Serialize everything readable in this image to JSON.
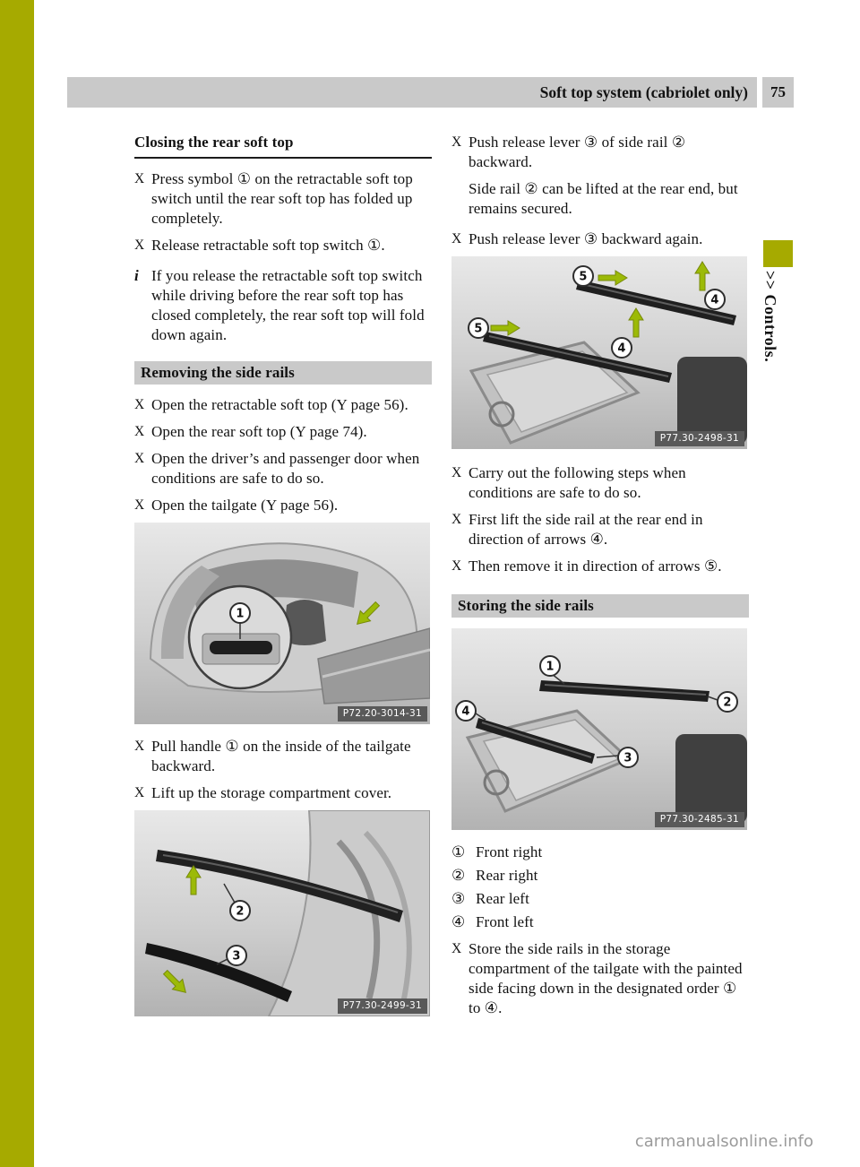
{
  "header": {
    "title": "Soft top system (cabriolet only)",
    "page_number": "75"
  },
  "side_tab": {
    "label": ">> Controls."
  },
  "watermark": "carmanualsonline.info",
  "glyphs": {
    "bullet": "X",
    "info": "i"
  },
  "colors": {
    "accent_green": "#a6aa00",
    "bar_gray": "#c9c9c9",
    "arrow_green": "#9cba07",
    "label_gray": "#595959"
  },
  "left": {
    "heading": "Closing the rear soft top",
    "bullet1": "Press symbol ① on the retractable soft top switch until the rear soft top has folded up completely.",
    "bullet2": "Release retractable soft top switch ①.",
    "note": "If you release the retractable soft top switch while driving before the rear soft top has closed completely, the rear soft top will fold down again.",
    "section": "Removing the side rails",
    "bullet3": "Open the retractable soft top (Y page 56).",
    "bullet4": "Open the rear soft top (Y page 74).",
    "bullet5": "Open the driver’s and passenger door when conditions are safe to do so.",
    "bullet6": "Open the tailgate (Y page 56).",
    "bullet7": "Pull handle ① on the inside of the tailgate backward.",
    "bullet8": "Lift up the storage compartment cover."
  },
  "right": {
    "bullet1": "Push release lever ③ of side rail ② backward.",
    "bullet1_cont": "Side rail ② can be lifted at the rear end, but remains secured.",
    "bullet2": "Push release lever ③ backward again.",
    "bullet3": "Carry out the following steps when conditions are safe to do so.",
    "bullet4": "First lift the side rail at the rear end in direction of arrows ④.",
    "bullet5": "Then remove it in direction of arrows ⑤.",
    "section": "Storing the side rails",
    "legend": [
      {
        "glyph": "①",
        "label": "Front right"
      },
      {
        "glyph": "②",
        "label": "Rear right"
      },
      {
        "glyph": "③",
        "label": "Rear left"
      },
      {
        "glyph": "④",
        "label": "Front left"
      }
    ],
    "bullet6": "Store the side rails in the storage compartment of the tailgate with the painted side facing down in the designated order ① to ④."
  },
  "figures": {
    "f1": {
      "code": "P72.20-3014-31",
      "callouts": [
        "1"
      ]
    },
    "f2": {
      "code": "P77.30-2499-31",
      "callouts": [
        "2",
        "3"
      ]
    },
    "f3": {
      "code": "P77.30-2498-31",
      "callouts": [
        "5",
        "4",
        "5",
        "4"
      ]
    },
    "f4": {
      "code": "P77.30-2485-31",
      "callouts": [
        "1",
        "2",
        "4",
        "3"
      ]
    }
  }
}
